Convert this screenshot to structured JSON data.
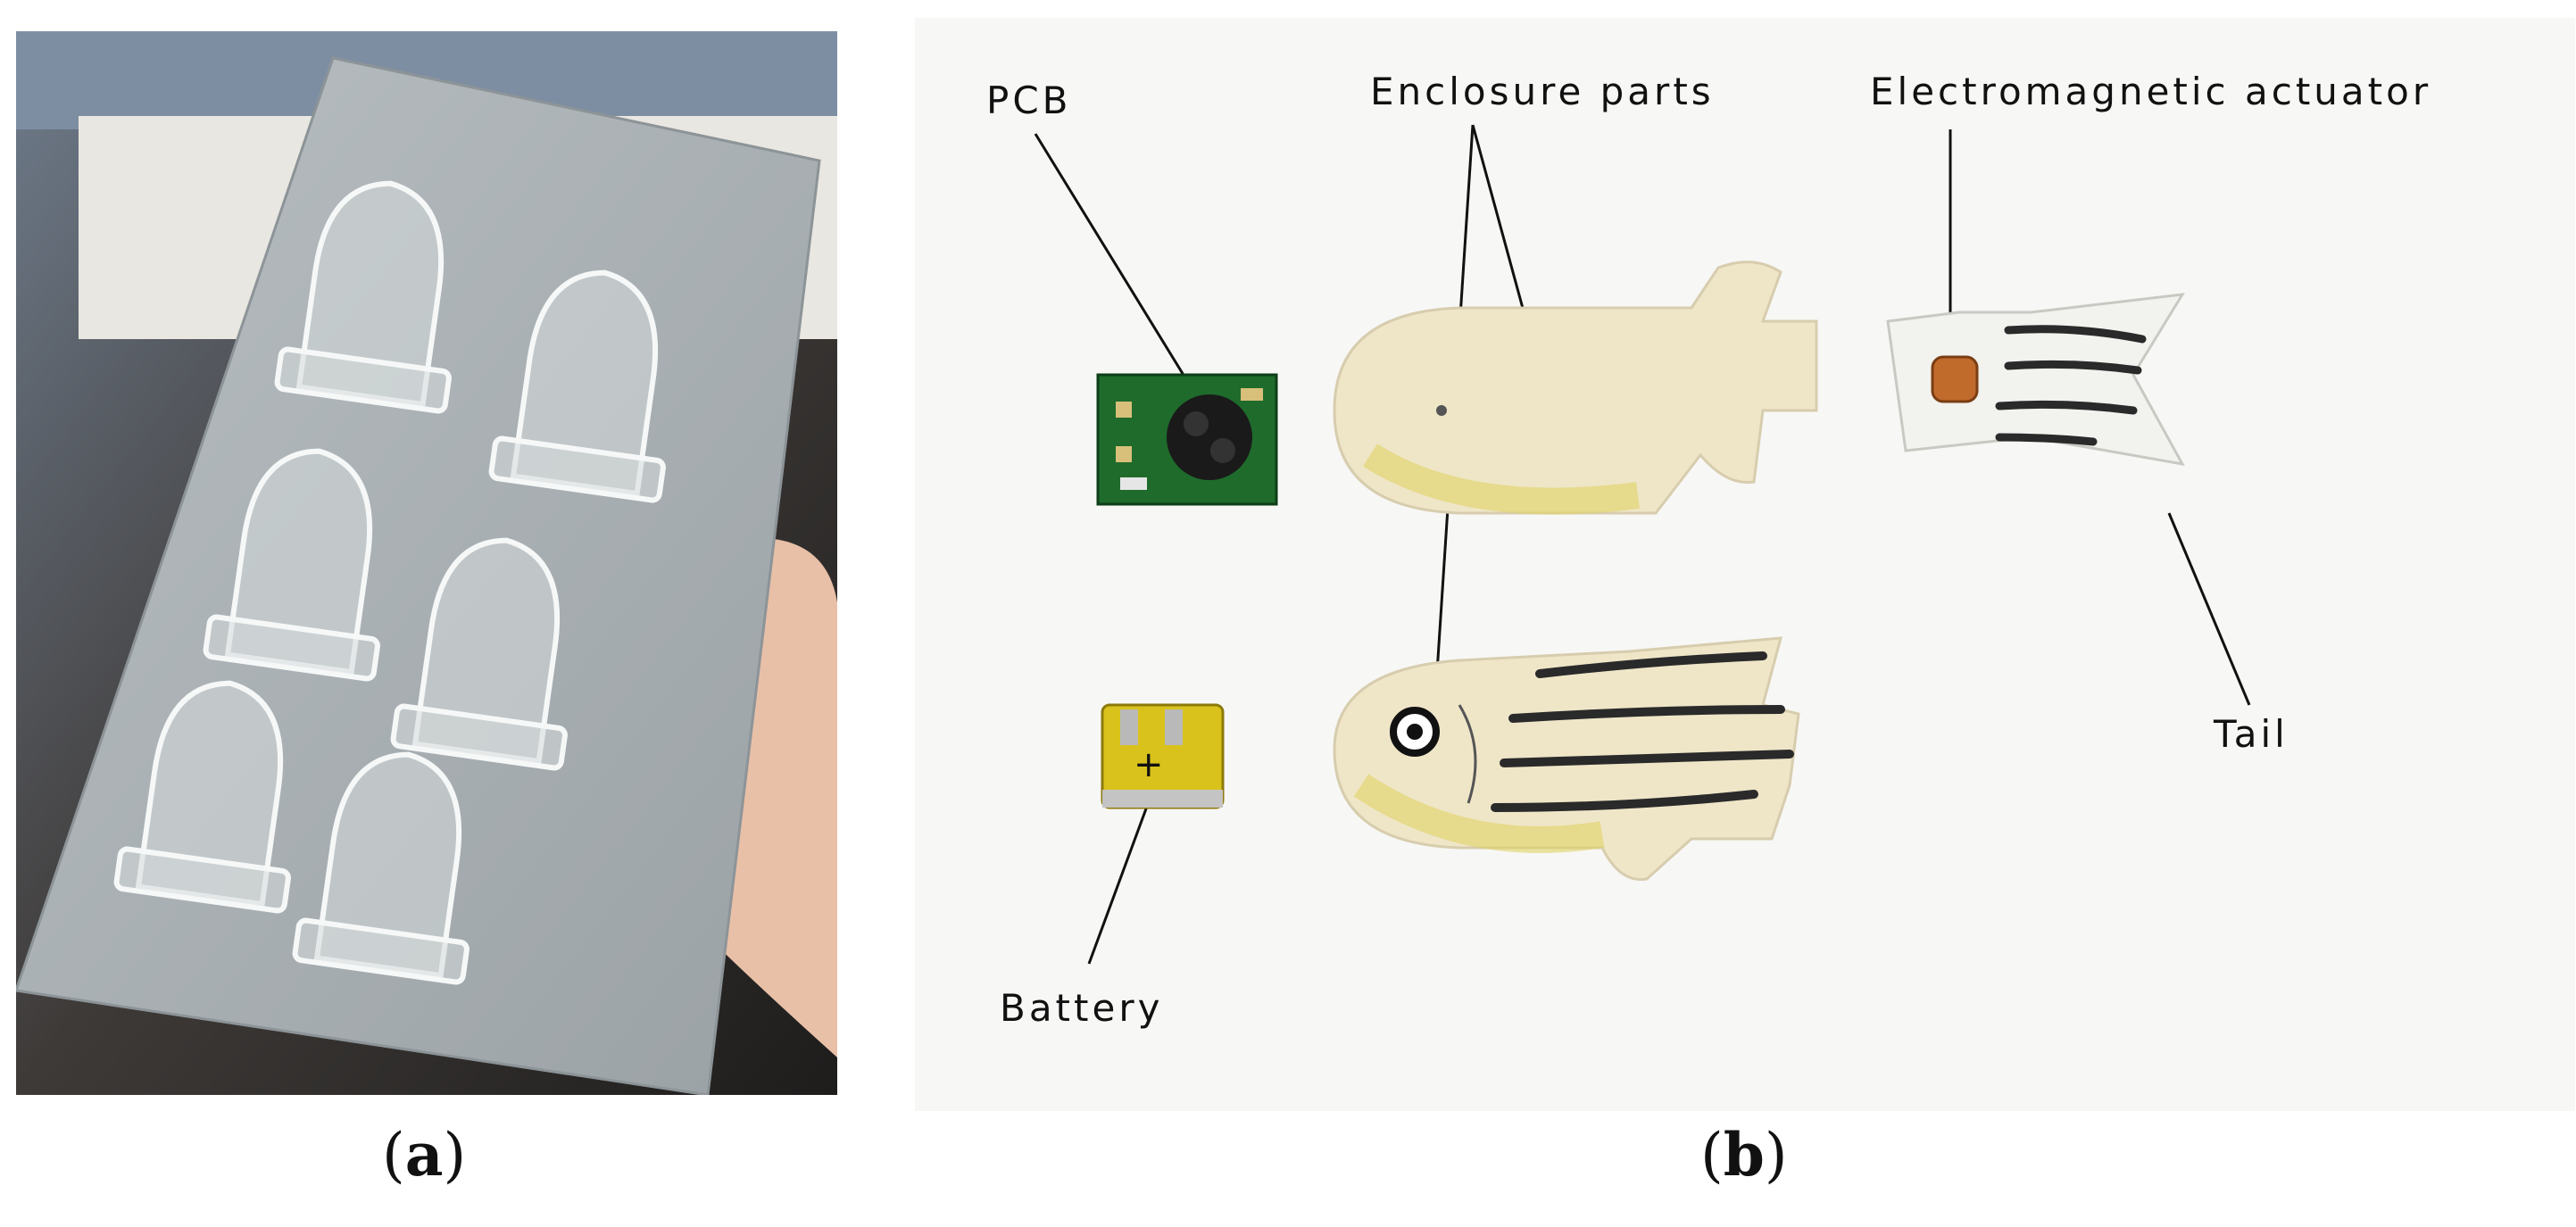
{
  "panel_a": {
    "caption_letter": "a",
    "description_icon": "mold-plate-photo"
  },
  "panel_b": {
    "caption_letter": "b",
    "labels": {
      "pcb": "PCB",
      "enclosure": "Enclosure parts",
      "actuator": "Electromagnetic actuator",
      "tail": "Tail",
      "battery": "Battery"
    }
  },
  "colors": {
    "plate": "#a9b0b4",
    "pcb_green": "#1f6b2c",
    "enclosure": "#efe6c8",
    "battery_yellow": "#d9c21c",
    "copper": "#c06a2c"
  }
}
